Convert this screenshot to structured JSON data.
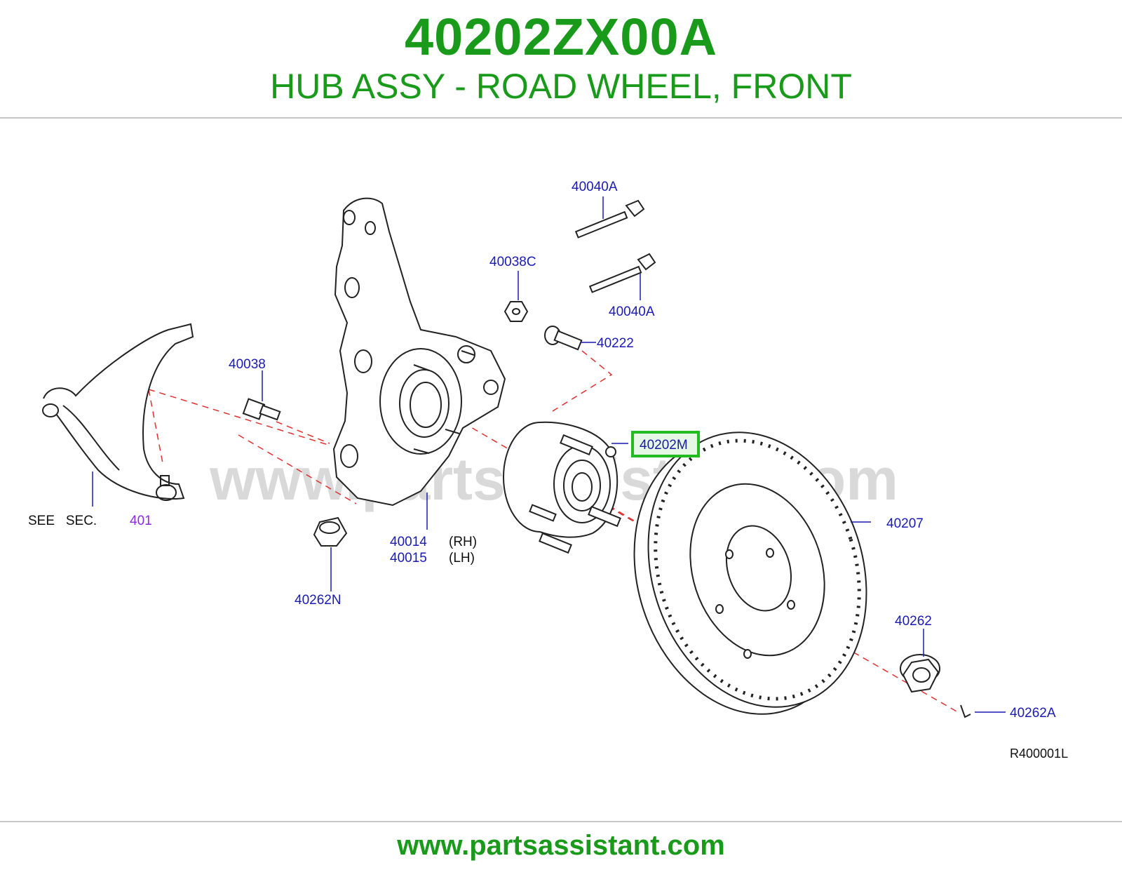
{
  "header": {
    "part_number": "40202ZX00A",
    "description": "HUB ASSY - ROAD WHEEL, FRONT"
  },
  "diagram": {
    "watermark": "www.partsassistant.com",
    "see_sec": "SEE   SEC.",
    "see_sec_ref": "401",
    "labels": {
      "l_40040A_top": "40040A",
      "l_40038C": "40038C",
      "l_40040A_mid": "40040A",
      "l_40222": "40222",
      "l_40038": "40038",
      "l_40202M": "40202M",
      "l_40207": "40207",
      "l_40014": "40014",
      "l_rh": "(RH)",
      "l_40015": "40015",
      "l_lh": "(LH)",
      "l_40262N": "40262N",
      "l_40262": "40262",
      "l_40262A": "40262A"
    },
    "ref_code": "R400001L",
    "colors": {
      "callout": "#1a1ab4",
      "section_ref": "#8a2be2",
      "highlight": "#22bb22",
      "dash": "#e03030",
      "brand": "#1a9a1a"
    }
  },
  "footer": {
    "url": "www.partsassistant.com"
  }
}
